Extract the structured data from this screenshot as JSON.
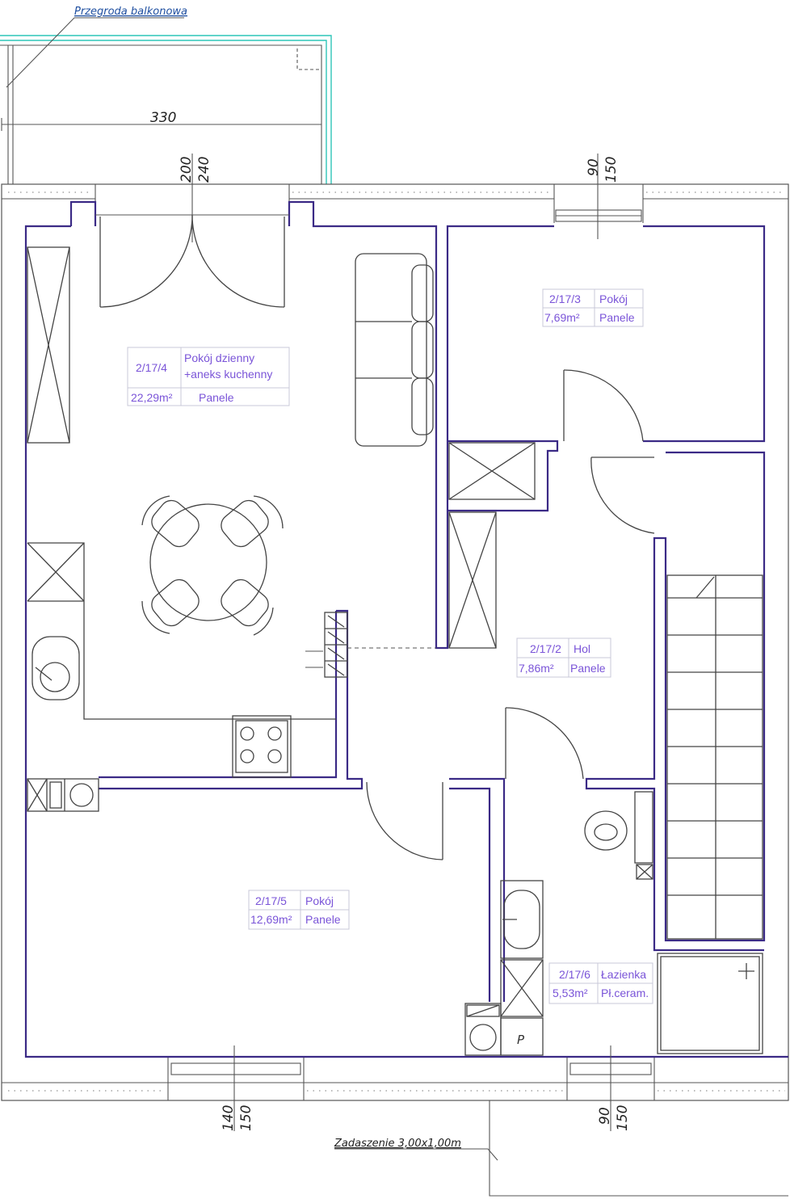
{
  "annotations": {
    "balcony_partition": "Przegroda balkonowa",
    "canopy": "Zadaszenie 3,00x1,00m",
    "wc_symbol": "P"
  },
  "dimensions": {
    "balcony_width": "330",
    "top_door_a": "200",
    "top_door_b": "240",
    "top_window_a": "90",
    "top_window_b": "150",
    "bottom_window_left_a": "140",
    "bottom_window_left_b": "150",
    "bottom_window_right_a": "90",
    "bottom_window_right_b": "150"
  },
  "rooms": [
    {
      "id": "2/17/4",
      "name_line1": "Pokój dzienny",
      "name_line2": "+aneks kuchenny",
      "area": "22,29m²",
      "floor": "Panele"
    },
    {
      "id": "2/17/3",
      "name": "Pokój",
      "area": "7,69m²",
      "floor": "Panele"
    },
    {
      "id": "2/17/2",
      "name": "Hol",
      "area": "7,86m²",
      "floor": "Panele"
    },
    {
      "id": "2/17/5",
      "name": "Pokój",
      "area": "12,69m²",
      "floor": "Panele"
    },
    {
      "id": "2/17/6",
      "name": "Łazienka",
      "area": "5,53m²",
      "floor": "Pł.ceram."
    }
  ]
}
